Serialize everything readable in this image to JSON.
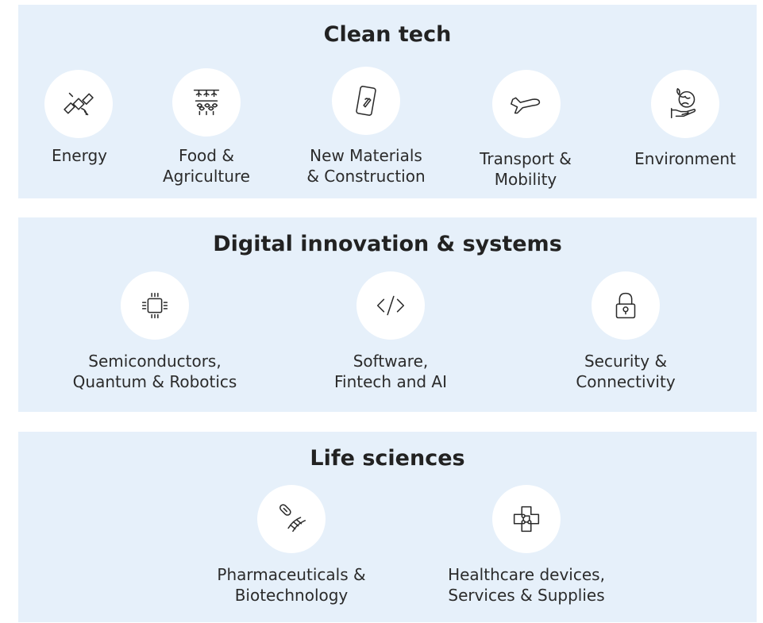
{
  "sections": [
    {
      "title": "Clean tech",
      "items": [
        {
          "line1": "Energy",
          "line2": "",
          "icon": "satellite-icon"
        },
        {
          "line1": "Food &",
          "line2": "Agriculture",
          "icon": "crops-icon"
        },
        {
          "line1": "New Materials",
          "line2": "& Construction",
          "icon": "materials-phone-icon"
        },
        {
          "line1": "Transport &",
          "line2": "Mobility",
          "icon": "airplane-icon"
        },
        {
          "line1": "Environment",
          "line2": "",
          "icon": "globe-hand-icon"
        }
      ]
    },
    {
      "title": "Digital innovation & systems",
      "items": [
        {
          "line1": "Semiconductors,",
          "line2": "Quantum & Robotics",
          "icon": "chip-icon"
        },
        {
          "line1": "Software,",
          "line2": "Fintech and AI",
          "icon": "code-icon"
        },
        {
          "line1": "Security &",
          "line2": "Connectivity",
          "icon": "padlock-icon"
        }
      ]
    },
    {
      "title": "Life sciences",
      "items": [
        {
          "line1": "Pharmaceuticals &",
          "line2": "Biotechnology",
          "icon": "pill-dna-icon"
        },
        {
          "line1": "Healthcare devices,",
          "line2": "Services & Supplies",
          "icon": "medical-cross-circuit-icon"
        }
      ]
    }
  ]
}
